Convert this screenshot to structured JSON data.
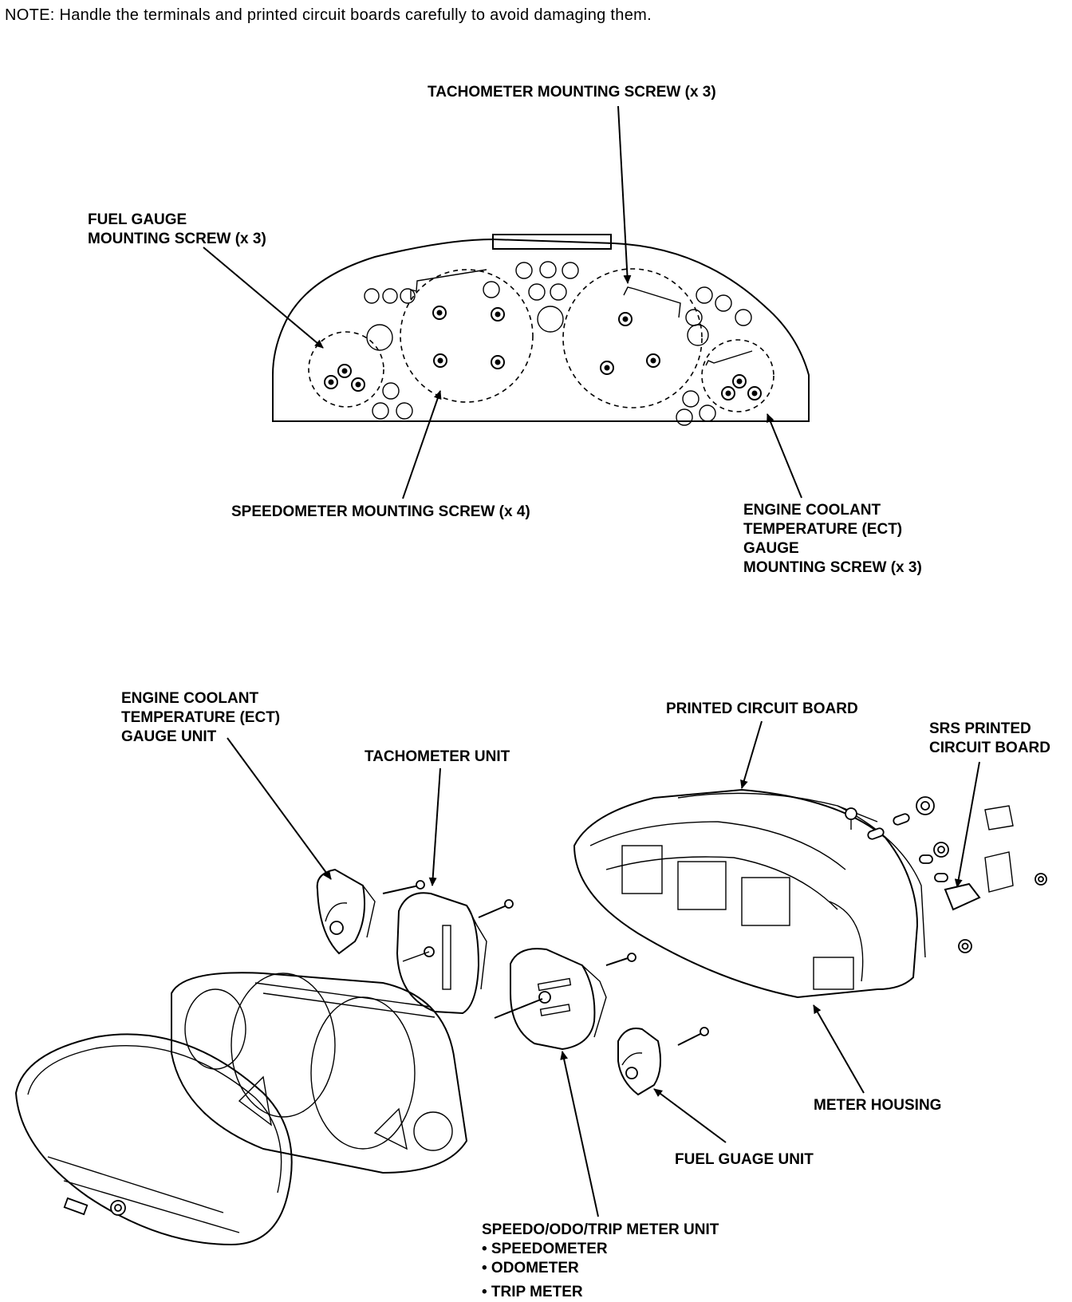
{
  "note": "NOTE:  Handle the terminals and printed circuit boards carefully to avoid damaging them.",
  "top_view": {
    "tachometer_screw": "TACHOMETER MOUNTING SCREW (x 3)",
    "fuel_gauge_screw": [
      "FUEL GAUGE",
      "MOUNTING SCREW (x 3)"
    ],
    "speedometer_screw": "SPEEDOMETER MOUNTING SCREW (x 4)",
    "ect_gauge_screw": [
      "ENGINE COOLANT",
      "TEMPERATURE (ECT)",
      "GAUGE",
      "MOUNTING SCREW (x 3)"
    ]
  },
  "exploded_view": {
    "ect_gauge_unit": [
      "ENGINE COOLANT",
      "TEMPERATURE (ECT)",
      "GAUGE UNIT"
    ],
    "tachometer_unit": "TACHOMETER UNIT",
    "printed_circuit_board": "PRINTED CIRCUIT BOARD",
    "srs_printed_circuit_board": [
      "SRS PRINTED",
      "CIRCUIT BOARD"
    ],
    "meter_housing": "METER HOUSING",
    "fuel_gauge_unit": "FUEL GUAGE UNIT",
    "speedo_unit": {
      "title": "SPEEDO/ODO/TRIP METER UNIT",
      "items": [
        "• SPEEDOMETER",
        "• ODOMETER",
        "• TRIP METER"
      ]
    }
  }
}
